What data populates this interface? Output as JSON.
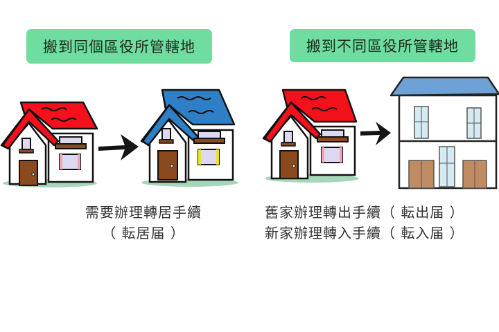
{
  "left_panel": {
    "label": "搬到同個區役所管轄地",
    "caption_line1": "需要辦理轉居手續",
    "caption_line2": "（ 転居届 ）",
    "from_house": "red-roof-house",
    "to_house": "blue-roof-house"
  },
  "right_panel": {
    "label": "搬到不同區役所管轄地",
    "caption_line1": "舊家辦理轉出手續（ 転出届 ）",
    "caption_line2": "新家辦理轉入手續（ 転入届 ）",
    "from_house": "red-roof-house",
    "to_house": "apartment-building"
  },
  "colors": {
    "label_bg": "#6fdca0",
    "red_roof": "#f5111b",
    "blue_roof": "#2f7fc6",
    "apartment_roof": "#6ea2d6",
    "door": "#8a4a1e",
    "grass": "#a8d6b8"
  }
}
